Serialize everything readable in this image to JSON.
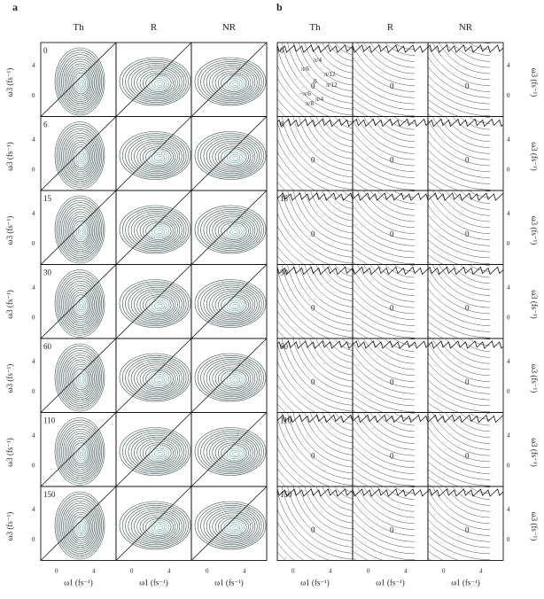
{
  "figure": {
    "panel_labels": {
      "left": "a",
      "right": "b"
    },
    "column_headers": {
      "left": [
        "Th",
        "R",
        "NR"
      ],
      "right": [
        "Th",
        "R",
        "NR"
      ]
    },
    "row_labels": [
      "0",
      "6",
      "15",
      "30",
      "60",
      "110",
      "150"
    ],
    "axis": {
      "x_label": "ω1 (fs⁻¹)",
      "y_label": "ω3 (fs⁻¹)",
      "ticks": [
        "0",
        "4"
      ]
    },
    "phase_labels": [
      "π/4",
      "π/6",
      "π/12",
      "0",
      "π/12",
      "−π/6",
      "π/8",
      "π/4"
    ],
    "zero_label": "0"
  },
  "colors": {
    "contour_left": "#3a4f4e",
    "contour_center": "#6fa59f",
    "phase_lines": "#3b3b3b",
    "frame": "#111111"
  }
}
